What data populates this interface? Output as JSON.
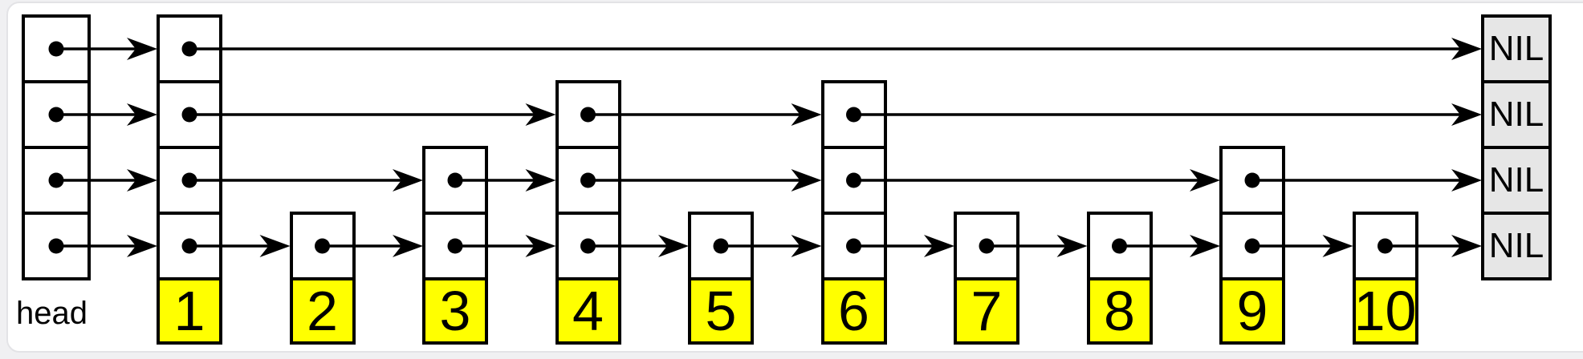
{
  "diagram": {
    "type": "skip-list",
    "head_label": "head",
    "nil_label": "NIL",
    "num_levels": 4,
    "colors": {
      "pointer_cell_fill": "#ffffff",
      "label_fill": "#ffff00",
      "nil_fill": "#e6e6e6",
      "stroke": "#000000",
      "page_background": "#f0f0f2",
      "card_background": "#ffffff"
    },
    "nodes": [
      {
        "label": "1",
        "levels": 4
      },
      {
        "label": "2",
        "levels": 1
      },
      {
        "label": "3",
        "levels": 2
      },
      {
        "label": "4",
        "levels": 3
      },
      {
        "label": "5",
        "levels": 1
      },
      {
        "label": "6",
        "levels": 3
      },
      {
        "label": "7",
        "levels": 1
      },
      {
        "label": "8",
        "levels": 1
      },
      {
        "label": "9",
        "levels": 2
      },
      {
        "label": "10",
        "levels": 1
      }
    ],
    "links": [
      {
        "level": 4,
        "from": "head",
        "to": "1"
      },
      {
        "level": 4,
        "from": "1",
        "to": "NIL"
      },
      {
        "level": 3,
        "from": "head",
        "to": "1"
      },
      {
        "level": 3,
        "from": "1",
        "to": "4"
      },
      {
        "level": 3,
        "from": "4",
        "to": "6"
      },
      {
        "level": 3,
        "from": "6",
        "to": "NIL"
      },
      {
        "level": 2,
        "from": "head",
        "to": "1"
      },
      {
        "level": 2,
        "from": "1",
        "to": "3"
      },
      {
        "level": 2,
        "from": "3",
        "to": "4"
      },
      {
        "level": 2,
        "from": "4",
        "to": "6"
      },
      {
        "level": 2,
        "from": "6",
        "to": "9"
      },
      {
        "level": 2,
        "from": "9",
        "to": "NIL"
      },
      {
        "level": 1,
        "from": "head",
        "to": "1"
      },
      {
        "level": 1,
        "from": "1",
        "to": "2"
      },
      {
        "level": 1,
        "from": "2",
        "to": "3"
      },
      {
        "level": 1,
        "from": "3",
        "to": "4"
      },
      {
        "level": 1,
        "from": "4",
        "to": "5"
      },
      {
        "level": 1,
        "from": "5",
        "to": "6"
      },
      {
        "level": 1,
        "from": "6",
        "to": "7"
      },
      {
        "level": 1,
        "from": "7",
        "to": "8"
      },
      {
        "level": 1,
        "from": "8",
        "to": "9"
      },
      {
        "level": 1,
        "from": "9",
        "to": "10"
      },
      {
        "level": 1,
        "from": "10",
        "to": "NIL"
      }
    ]
  }
}
